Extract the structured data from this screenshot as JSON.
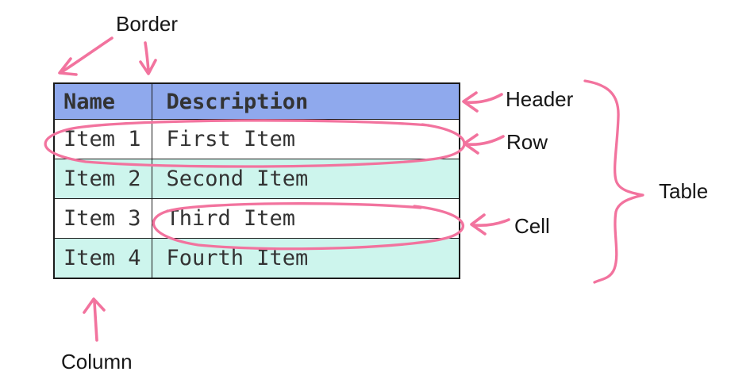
{
  "table": {
    "columns": [
      "Name",
      "Description"
    ],
    "rows": [
      [
        "Item 1",
        "First Item"
      ],
      [
        "Item 2",
        "Second Item"
      ],
      [
        "Item 3",
        "Third Item"
      ],
      [
        "Item 4",
        "Fourth Item"
      ]
    ]
  },
  "annotations": {
    "border": "Border",
    "header": "Header",
    "row": "Row",
    "cell": "Cell",
    "table": "Table",
    "column": "Column"
  },
  "colors": {
    "header_bg": "#8fa9ed",
    "row_bg": "#ffffff",
    "row_alt_bg": "#cdf5ed",
    "border_color": "#1b1b1b",
    "table_text": "#333333",
    "label_text": "#161616",
    "annotation_pink": "#f2739e"
  }
}
